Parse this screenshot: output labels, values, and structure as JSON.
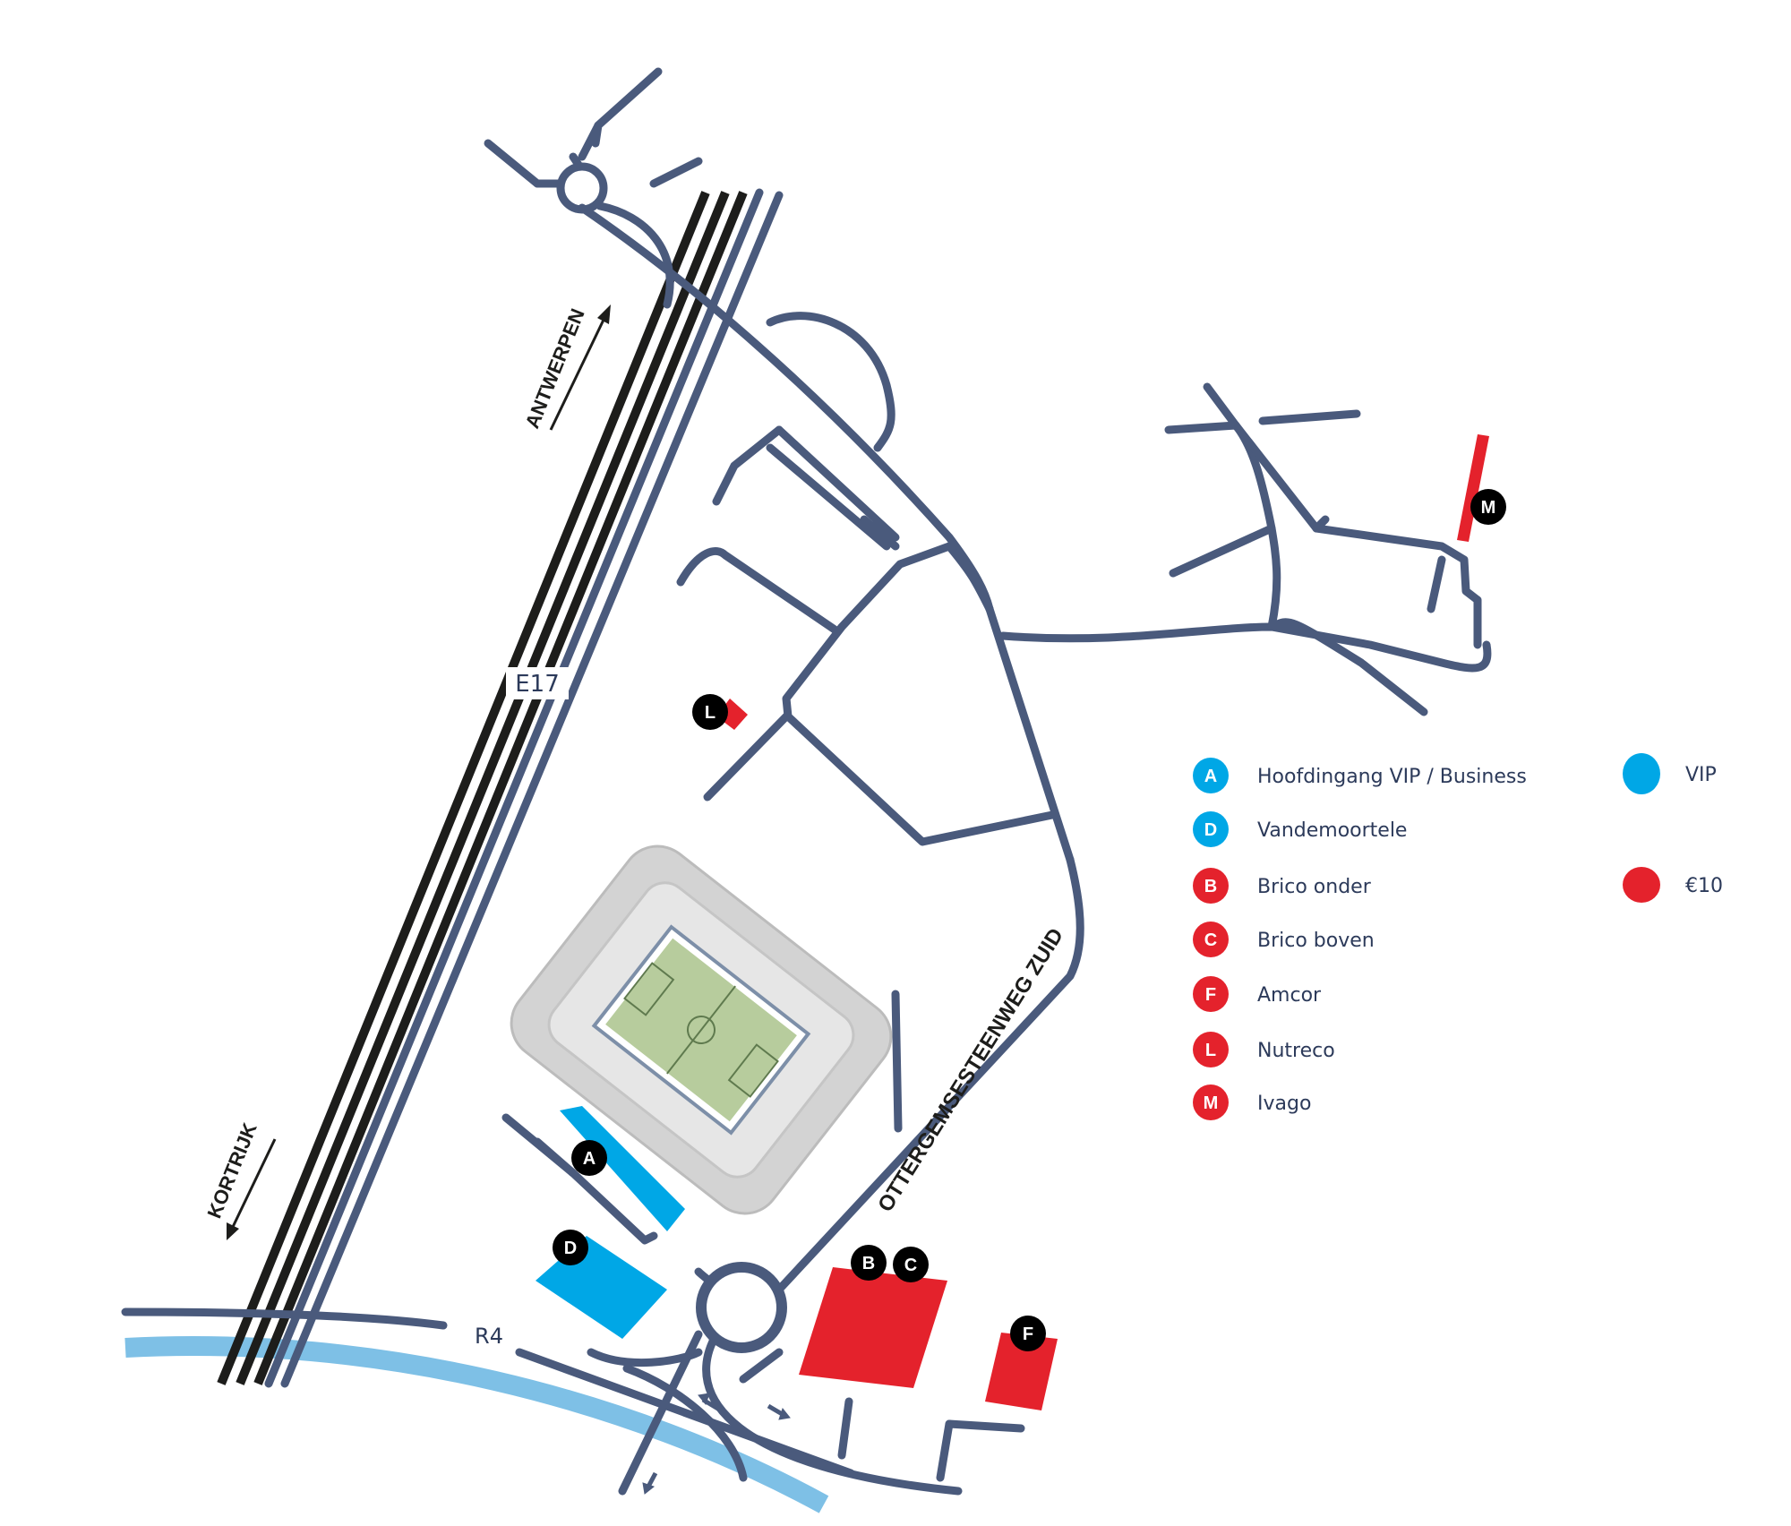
{
  "colors": {
    "road": "#4a5a7c",
    "highway": "#1d1d1b",
    "river": "#7ec0e6",
    "vip": "#00a7e6",
    "paid": "#e4222c",
    "marker": "#000000",
    "stadium": "#d0d0d0",
    "pitch": "#b7cc9d"
  },
  "road_labels": {
    "e17": "E17",
    "r4": "R4",
    "antwerpen": "ANTWERPEN",
    "kortrijk": "KORTRIJK",
    "ottergem": "OTTERGEMSESTEENWEG ZUID"
  },
  "markers": {
    "A": "A",
    "D": "D",
    "B": "B",
    "C": "C",
    "F": "F",
    "L": "L",
    "M": "M"
  },
  "legend": {
    "entries": [
      {
        "badge": "A",
        "label": "Hoofdingang VIP / Business",
        "type": "vip"
      },
      {
        "badge": "D",
        "label": "Vandemoortele",
        "type": "vip"
      },
      {
        "badge": "B",
        "label": "Brico onder",
        "type": "paid"
      },
      {
        "badge": "C",
        "label": "Brico boven",
        "type": "paid"
      },
      {
        "badge": "F",
        "label": "Amcor",
        "type": "paid"
      },
      {
        "badge": "L",
        "label": "Nutreco",
        "type": "paid"
      },
      {
        "badge": "M",
        "label": "Ivago",
        "type": "paid"
      }
    ],
    "key_vip": "VIP",
    "key_paid": "€10"
  }
}
